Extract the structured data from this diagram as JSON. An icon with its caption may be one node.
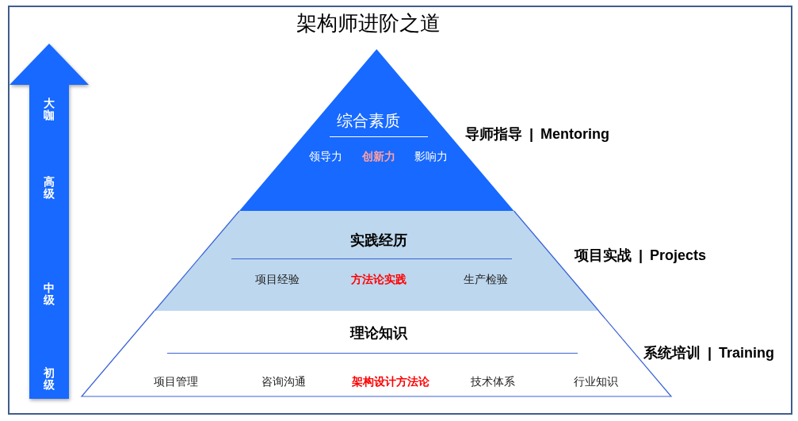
{
  "diagram": {
    "title": "架构师进阶之道",
    "nodes": [
      {
        "text": [
          "大咖",
          "高级",
          "中级",
          "初级"
        ]
      },
      {
        "text": [
          "综合素质",
          "领导力",
          "创新力",
          "影响力"
        ],
        "beside": [
          "导师指导 | Mentoring"
        ]
      },
      {
        "text": [
          "实践经历",
          "项目经验",
          "方法论实践",
          "生产检验"
        ],
        "beside": [
          "项目实战 | Projects"
        ]
      },
      {
        "text": [
          "理论知识",
          "项目管理",
          "咨询沟通",
          "架构设计方法论",
          "技术体系",
          "行业知识"
        ],
        "beside": [
          "系统培训 | Training"
        ]
      }
    ]
  }
}
